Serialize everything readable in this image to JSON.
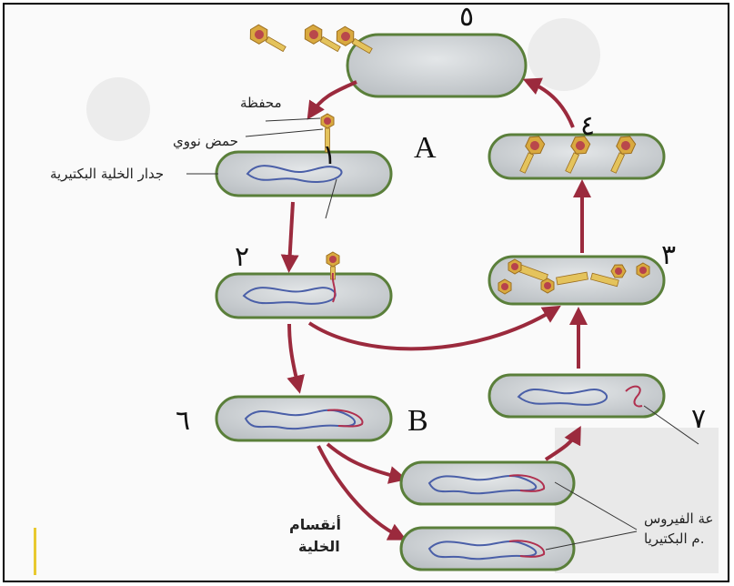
{
  "labels": {
    "capsid": "محفظة",
    "nucleic_acid": "حمض نووي",
    "cell_wall": "جدار الخلية البكتيرية",
    "cell_division_1": "أنقسام",
    "cell_division_2": "الخلية",
    "viral_genome_1": "عة الفيروس",
    "viral_genome_2": "م البكتيريا."
  },
  "step_numbers": {
    "s1": "١",
    "s2": "٢",
    "s3": "٣",
    "s4": "٤",
    "s5": "٥",
    "s6": "٦",
    "s7": "٧"
  },
  "cycle_letters": {
    "lytic": "A",
    "lysogenic": "B"
  },
  "colors": {
    "cell_fill": "#c9cdd0",
    "cell_border": "#5a7f3a",
    "dna_blue": "#4a5fa8",
    "dna_red": "#b0304f",
    "arrow": "#9b2a3d",
    "phage_head": "#d9a93f",
    "phage_tail": "#e4c35c"
  }
}
